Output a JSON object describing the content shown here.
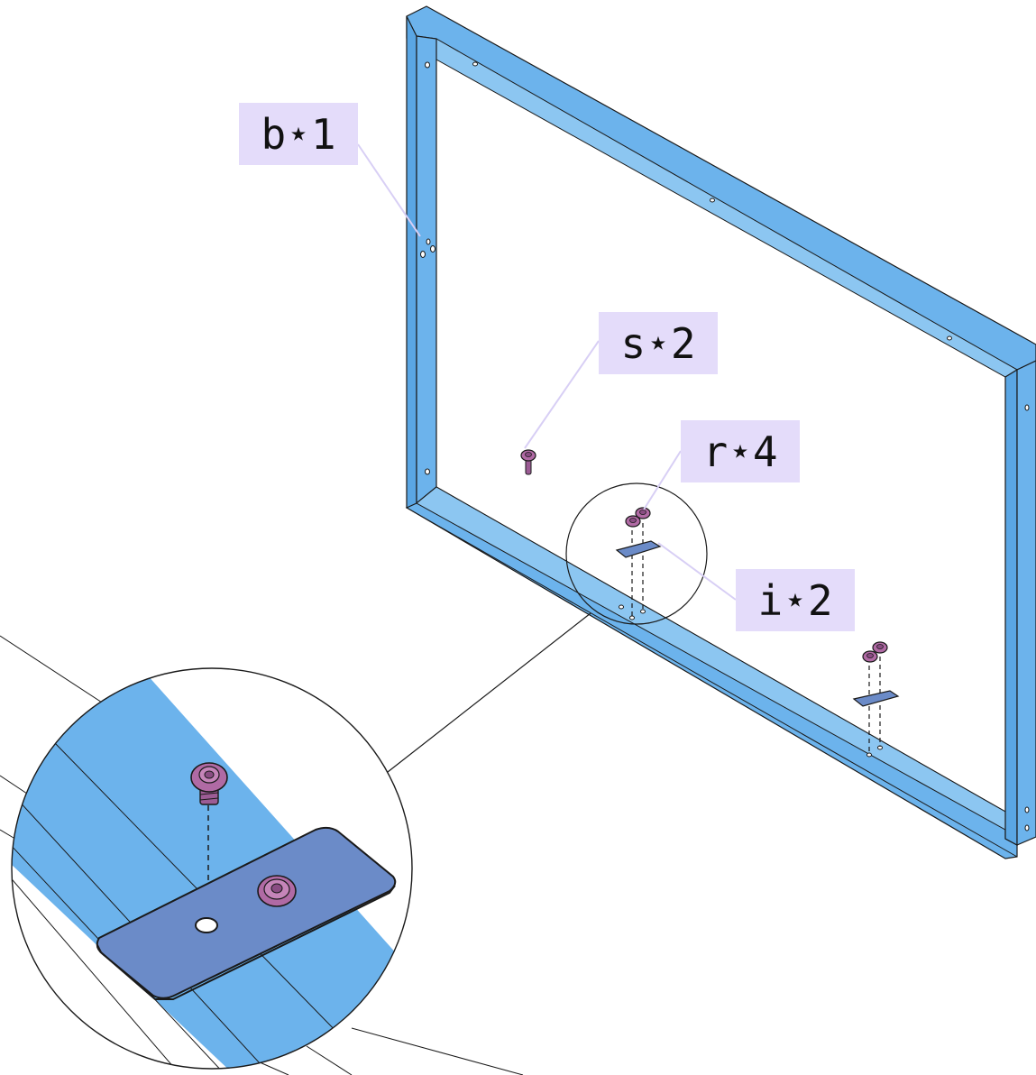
{
  "callouts": {
    "b": "b⋆1",
    "s": "s⋆2",
    "r": "r⋆4",
    "i": "i⋆2"
  },
  "colors": {
    "frame": "#6cb3ec",
    "plate": "#6b8bc8",
    "screw": "#b06aa4",
    "callout_bg": "#e4dcfa",
    "leader": "#d8cff5",
    "outline": "#1a1a1a"
  }
}
